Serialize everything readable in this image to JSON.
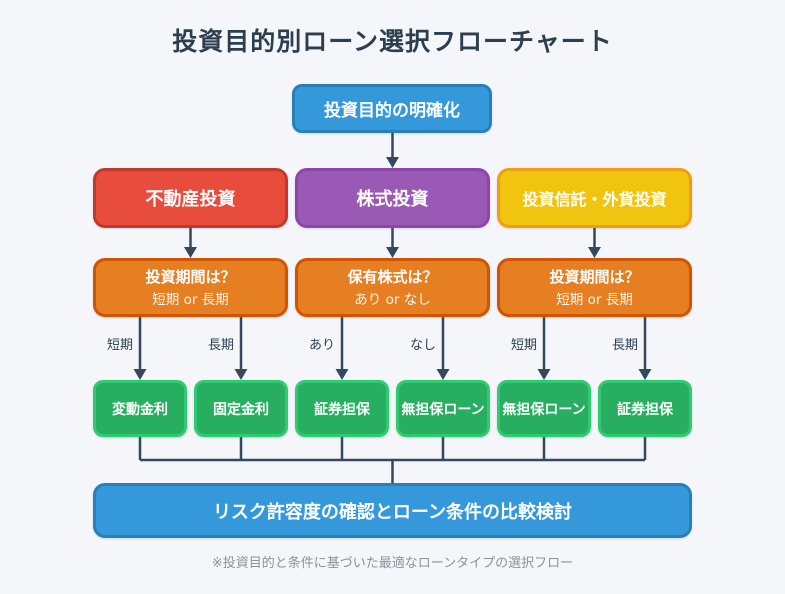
{
  "title": "投資目的別ローン選択フローチャート",
  "footer": "※投資目的と条件に基づいた最適なローンタイプの選択フロー",
  "colors": {
    "background": "#f4f6fa",
    "title_text": "#2c3e50",
    "arrow": "#34495e",
    "start_fill": "#3498db",
    "start_border": "#2980b9",
    "real_estate_fill": "#e74c3c",
    "real_estate_border": "#c0392b",
    "stocks_fill": "#9b59b6",
    "stocks_border": "#8e44ad",
    "funds_forex_fill": "#f1c40f",
    "funds_forex_border": "#f39c12",
    "question_fill": "#e67e22",
    "question_border": "#d35400",
    "result_fill": "#27ae60",
    "result_border": "#2ecc71",
    "end_fill": "#3498db",
    "end_border": "#2980b9",
    "footer_text": "#8a939b"
  },
  "flowchart": {
    "start": {
      "label": "投資目的の明確化"
    },
    "categories": [
      {
        "label": "不動産投資"
      },
      {
        "label": "株式投資"
      },
      {
        "label": "投資信託・外貨投資"
      }
    ],
    "questions": [
      {
        "question": "投資期間は？",
        "options": "短期 or 長期"
      },
      {
        "question": "保有株式は？",
        "options": "あり or なし"
      },
      {
        "question": "投資期間は？",
        "options": "短期 or 長期"
      }
    ],
    "branch_labels": [
      "短期",
      "長期",
      "あり",
      "なし",
      "短期",
      "長期"
    ],
    "results": [
      "変動金利",
      "固定金利",
      "証券担保",
      "無担保ローン",
      "無担保ローン",
      "証券担保"
    ],
    "end": {
      "label": "リスク許容度の確認とローン条件の比較検討"
    }
  }
}
